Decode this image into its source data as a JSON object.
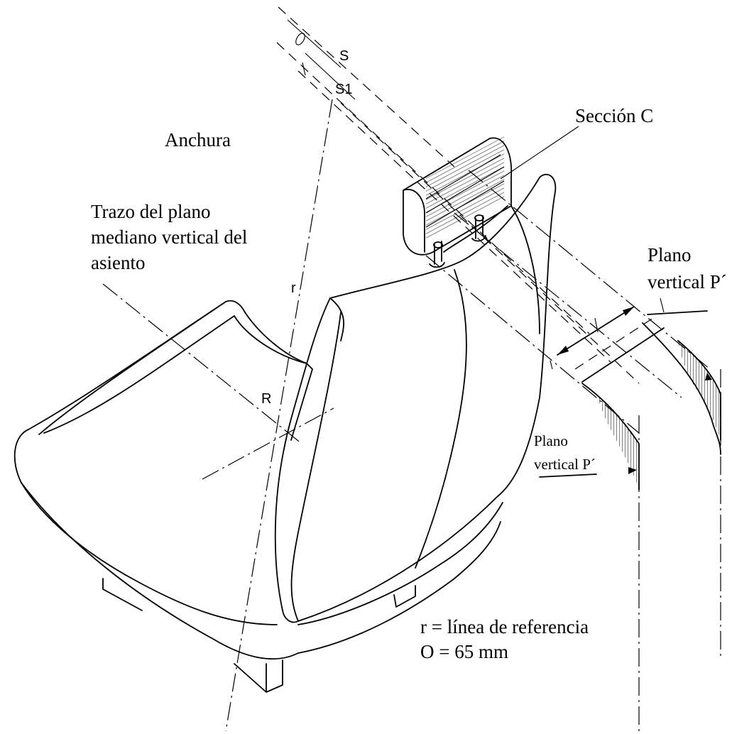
{
  "labels": {
    "s": "S",
    "s1": "S1",
    "o_mark": "O",
    "anchura": "Anchura",
    "seccion_c": "Sección C",
    "trazo_line1": "Trazo del plano",
    "trazo_line2": "mediano vertical del",
    "trazo_line3": "asiento",
    "r_lower": "r",
    "r_upper": "R",
    "plano_right_line1": "Plano",
    "plano_right_line2": "vertical P´",
    "plano_lower_line1": "Plano",
    "plano_lower_line2": "vertical P´",
    "legend_line1": "r = línea de referencia",
    "legend_line2": "O = 65 mm"
  },
  "colors": {
    "ink": "#000000",
    "paper": "#ffffff"
  }
}
